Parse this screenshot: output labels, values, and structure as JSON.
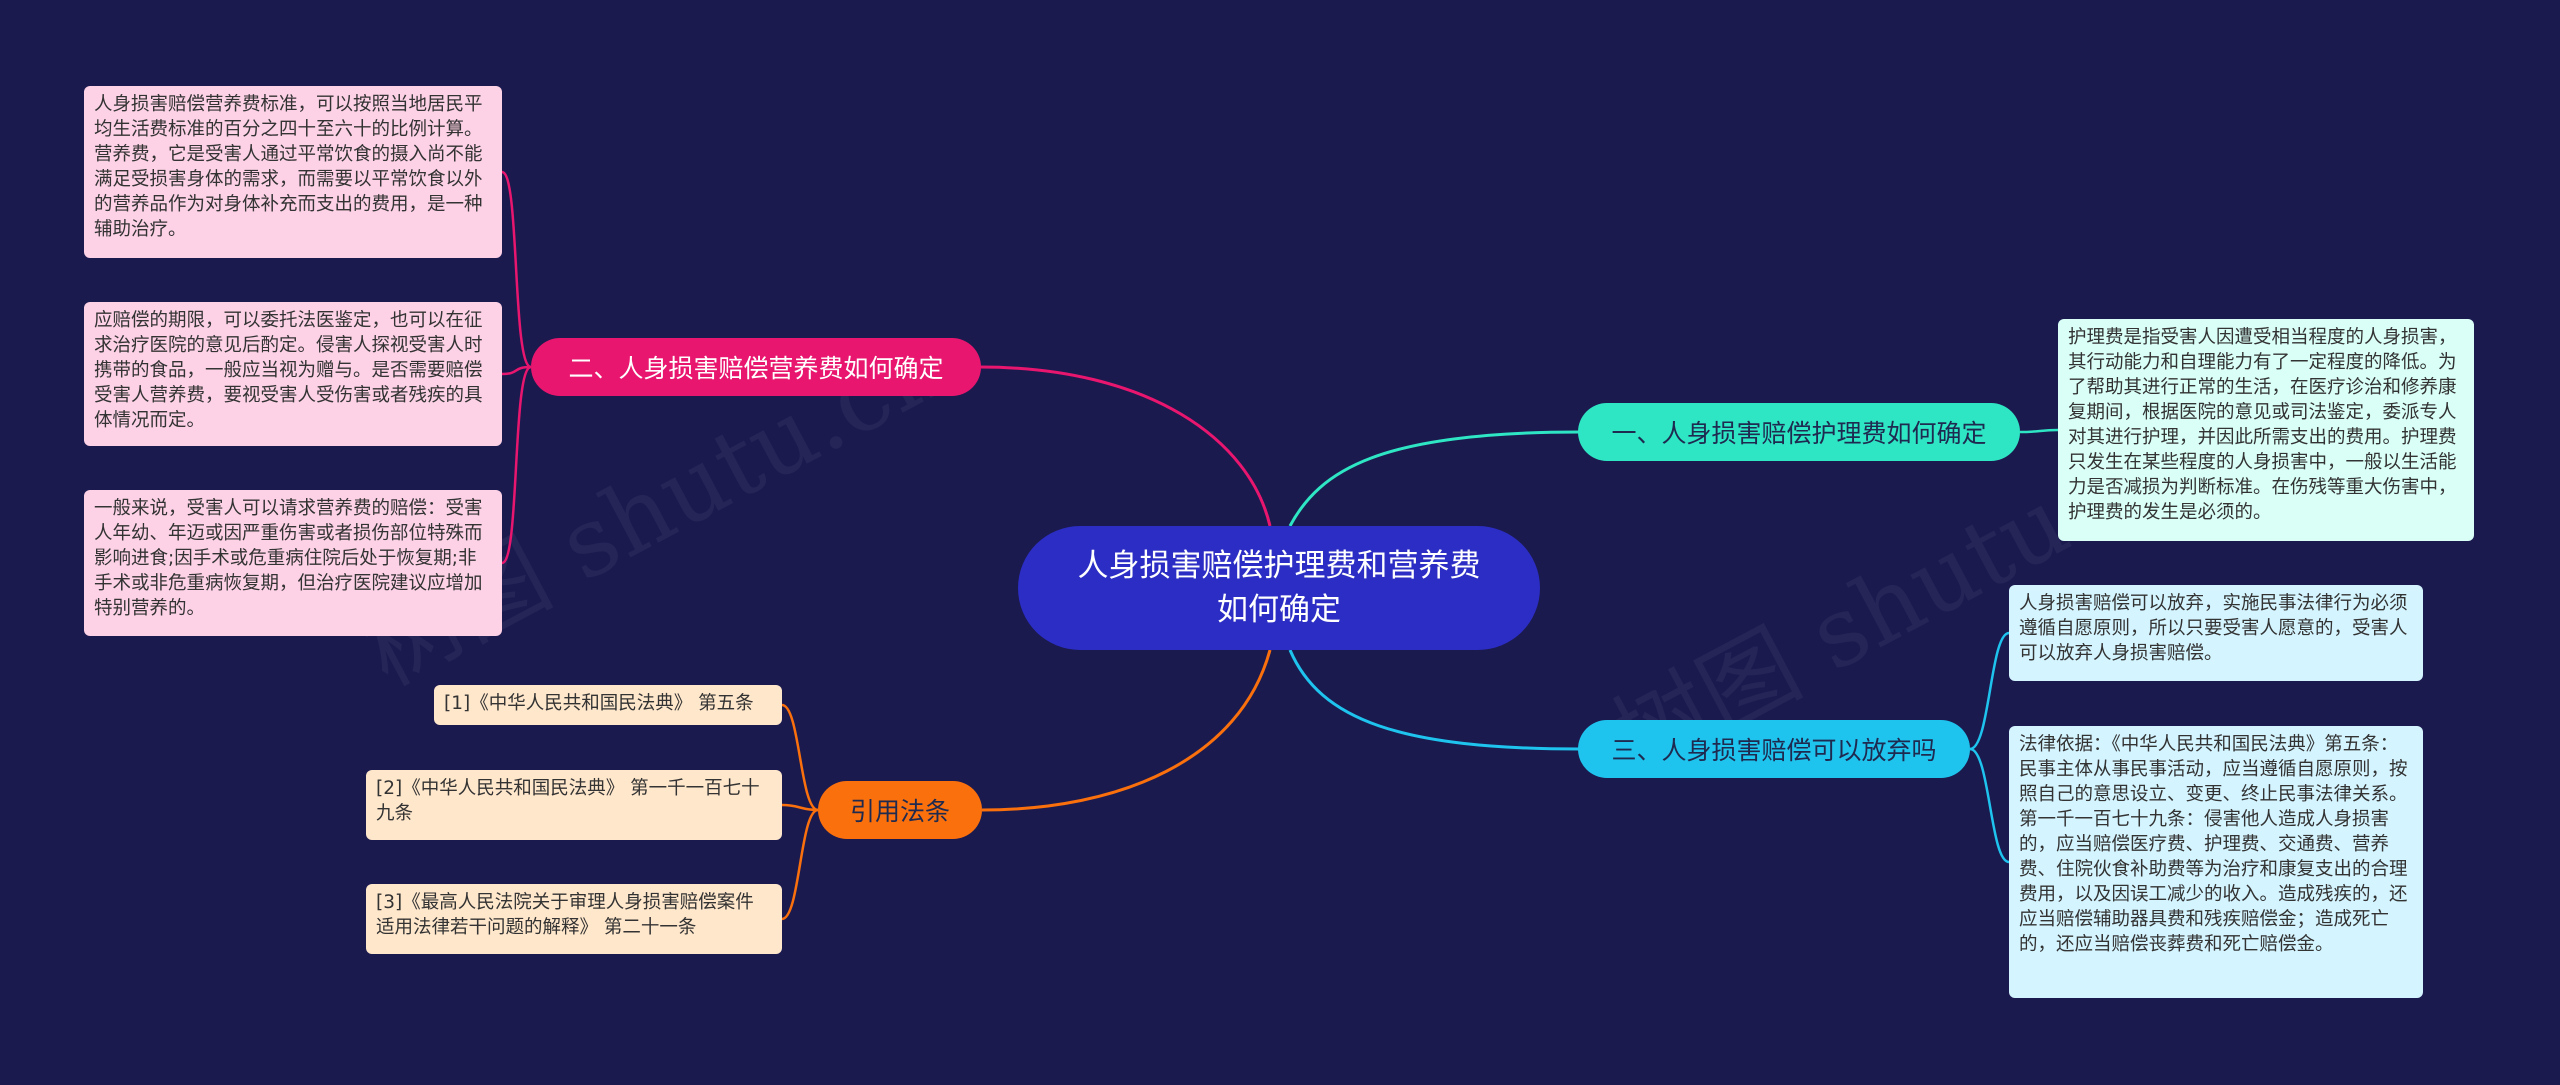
{
  "root": {
    "title": "人身损害赔偿护理费和营养费如何确定"
  },
  "branches": {
    "nursing": {
      "label": "一、人身损害赔偿护理费如何确定"
    },
    "nutrition": {
      "label": "二、人身损害赔偿营养费如何确定"
    },
    "waiver": {
      "label": "三、人身损害赔偿可以放弃吗"
    },
    "citations": {
      "label": "引用法条"
    }
  },
  "leaves": {
    "nursing_detail": "护理费是指受害人因遭受相当程度的人身损害，其行动能力和自理能力有了一定程度的降低。为了帮助其进行正常的生活，在医疗诊治和修养康复期间，根据医院的意见或司法鉴定，委派专人对其进行护理，并因此所需支出的费用。护理费只发生在某些程度的人身损害中，一般以生活能力是否减损为判断标准。在伤残等重大伤害中，护理费的发生是必须的。",
    "waiver_a": "人身损害赔偿可以放弃，实施民事法律行为必须遵循自愿原则，所以只要受害人愿意的，受害人可以放弃人身损害赔偿。",
    "waiver_b": "法律依据：《中华人民共和国民法典》第五条：民事主体从事民事活动，应当遵循自愿原则，按照自己的意思设立、变更、终止民事法律关系。第一千一百七十九条：侵害他人造成人身损害的，应当赔偿医疗费、护理费、交通费、营养费、住院伙食补助费等为治疗和康复支出的合理费用，以及因误工减少的收入。造成残疾的，还应当赔偿辅助器具费和残疾赔偿金；造成死亡的，还应当赔偿丧葬费和死亡赔偿金。",
    "nutrition_a": "人身损害赔偿营养费标准，可以按照当地居民平均生活费标准的百分之四十至六十的比例计算。营养费，它是受害人通过平常饮食的摄入尚不能满足受损害身体的需求，而需要以平常饮食以外的营养品作为对身体补充而支出的费用，是一种辅助治疗。",
    "nutrition_b": "应赔偿的期限，可以委托法医鉴定，也可以在征求治疗医院的意见后酌定。侵害人探视受害人时携带的食品，一般应当视为赠与。是否需要赔偿受害人营养费，要视受害人受伤害或者残疾的具体情况而定。",
    "nutrition_c": "一般来说，受害人可以请求营养费的赔偿：受害人年幼、年迈或因严重伤害或者损伤部位特殊而影响进食;因手术或危重病住院后处于恢复期;非手术或非危重病恢复期，但治疗医院建议应增加特别营养的。",
    "cite_1": "[1]《中华人民共和国民法典》 第五条",
    "cite_2": "[2]《中华人民共和国民法典》 第一千一百七十九条",
    "cite_3": "[3]《最高人民法院关于审理人身损害赔偿案件适用法律若干问题的解释》 第二十一条"
  },
  "watermarks": [
    "树图 shutu.cn",
    "树图 shutu.cn"
  ],
  "colors": {
    "background": "#1b1a4f",
    "root": "#2b2dc4",
    "nursing": "#2ee6c4",
    "nutrition": "#e8166e",
    "waiver": "#1ec4ee",
    "citations": "#f9700d"
  }
}
